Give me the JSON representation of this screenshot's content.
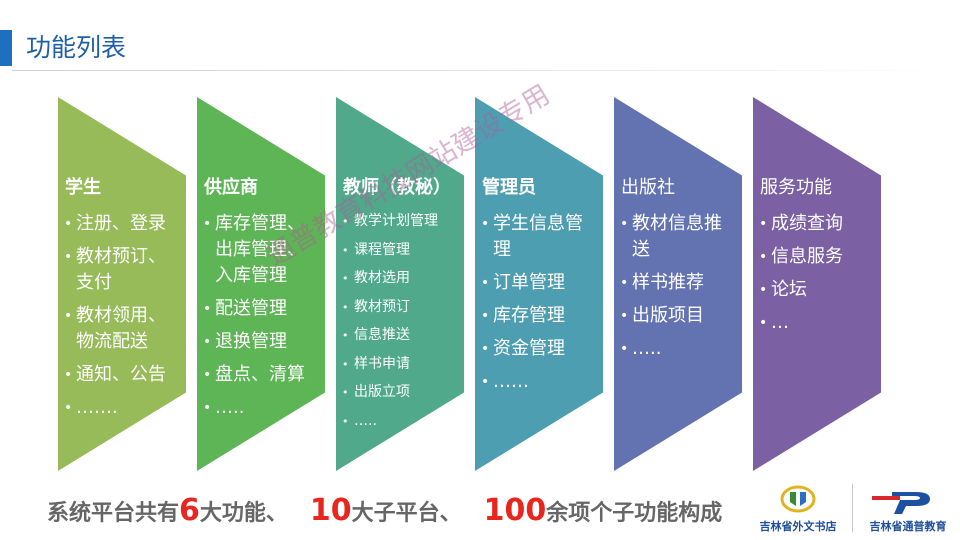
{
  "title": "功能列表",
  "columns": [
    {
      "name": "学生",
      "color": "#97bb59",
      "items": [
        "注册、登录",
        "教材预订、支付",
        "教材领用、物流配送",
        "通知、公告",
        "……."
      ]
    },
    {
      "name": "供应商",
      "color": "#5db556",
      "items": [
        "库存管理、出库管理、入库管理",
        "配送管理",
        "退换管理",
        "盘点、清算",
        "….."
      ]
    },
    {
      "name": "教师（教秘）",
      "color": "#4fa98a",
      "items": [
        "教学计划管理",
        "课程管理",
        "教材选用",
        "教材预订",
        "信息推送",
        "样书申请",
        "出版立项",
        "….."
      ]
    },
    {
      "name": "管理员",
      "color": "#4e9eb2",
      "items": [
        "学生信息管理",
        "订单管理",
        "库存管理",
        "资金管理",
        "……"
      ]
    },
    {
      "name": "出版社",
      "color": "#6373b1",
      "items": [
        "教材信息推送",
        "样书推荐",
        "出版项目",
        "….."
      ]
    },
    {
      "name": "服务功能",
      "color": "#7c60a4",
      "items": [
        "成绩查询",
        "信息服务",
        "论坛",
        "…"
      ]
    }
  ],
  "watermark": "通普教育科技网站建设专用",
  "summary": {
    "part1": "系统平台共有",
    "num1": "6",
    "part2": "大功能、",
    "num2": "10",
    "part3": "大子平台、",
    "num3": "100",
    "part4": "余项个子功能构成"
  },
  "logos": [
    {
      "label": "吉林省外文书店",
      "icon": "bookstore-logo-icon"
    },
    {
      "label": "吉林省通普教育",
      "icon": "tongpu-p-logo-icon"
    }
  ]
}
